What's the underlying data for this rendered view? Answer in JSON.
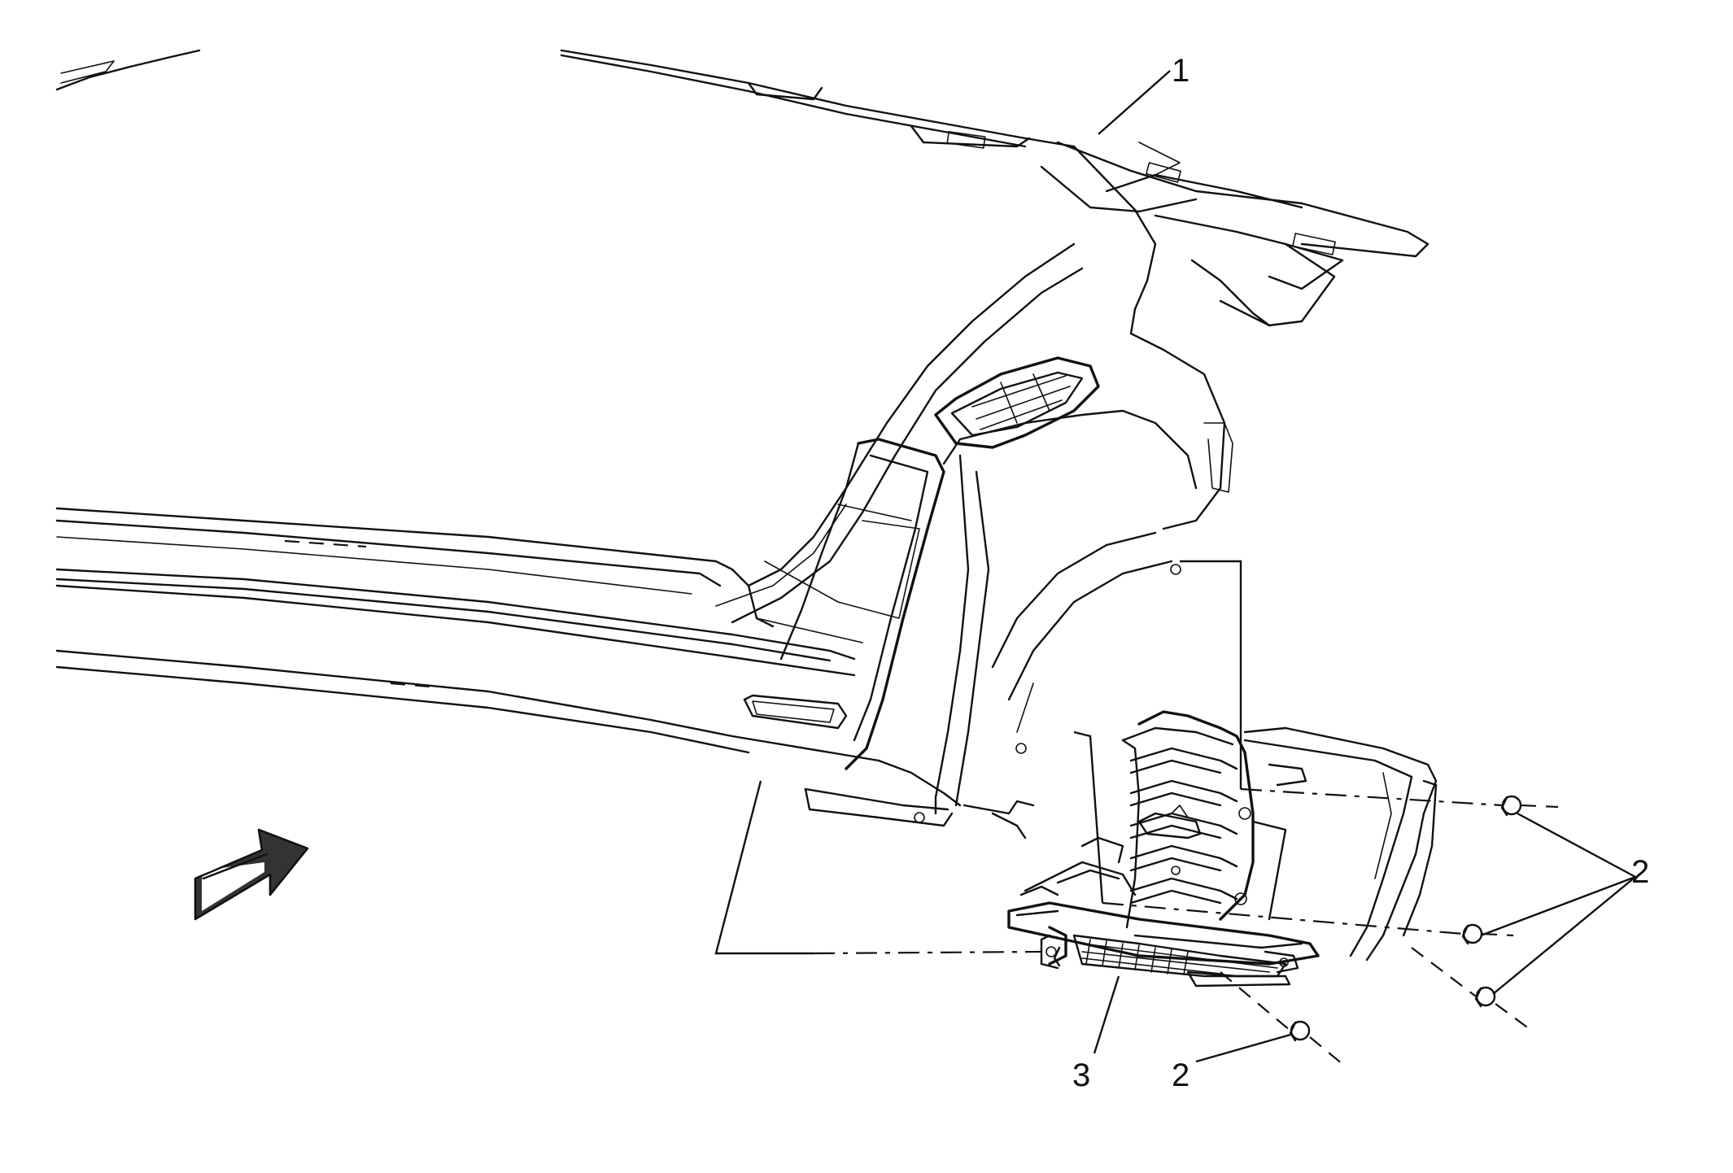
{
  "callouts": {
    "headliner": "1",
    "fastener_a": "2",
    "fastener_b": "2",
    "module": "3"
  },
  "colors": {
    "line": "#111111",
    "background": "#ffffff"
  },
  "icons": {
    "direction": "forward-arrow-icon"
  }
}
